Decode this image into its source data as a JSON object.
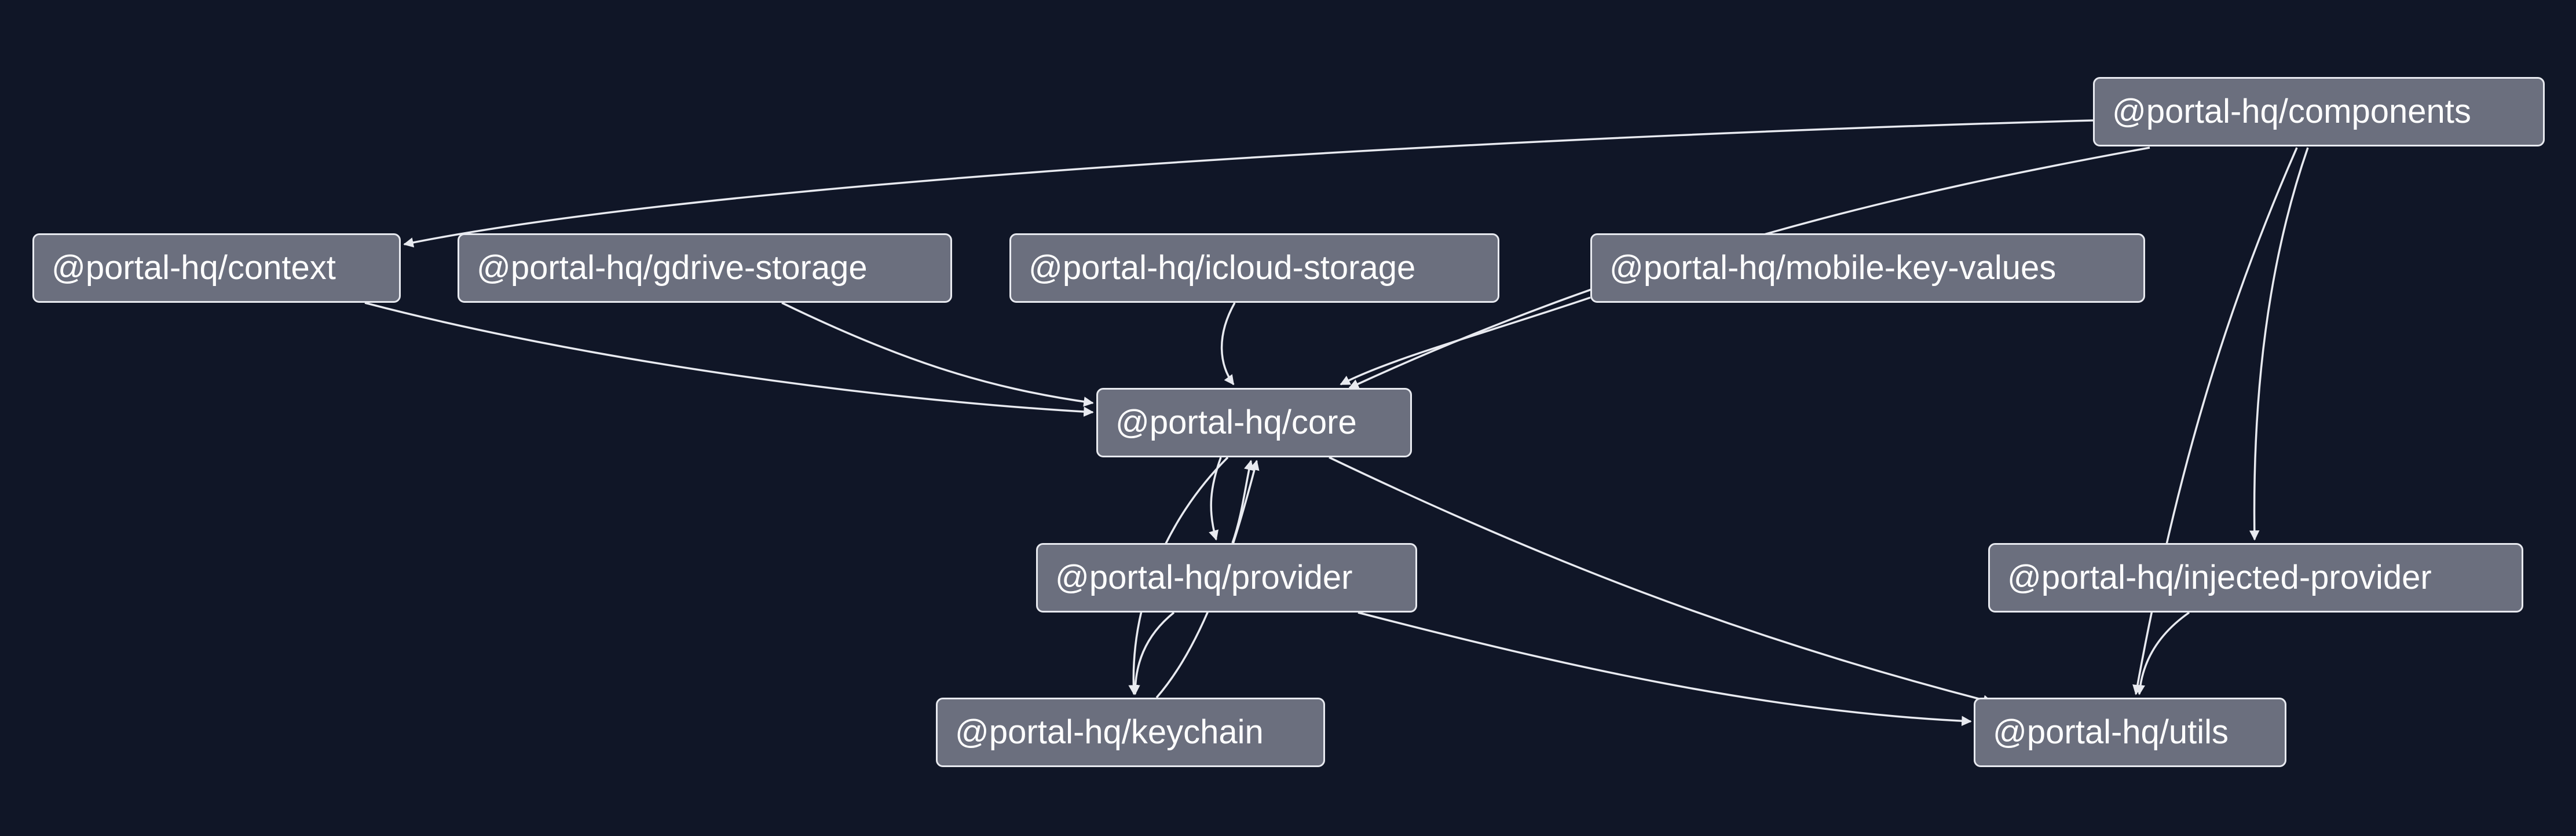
{
  "graph": {
    "nodes": {
      "components": "@portal-hq/components",
      "context": "@portal-hq/context",
      "gdrive_storage": "@portal-hq/gdrive-storage",
      "icloud_storage": "@portal-hq/icloud-storage",
      "mobile_key_values": "@portal-hq/mobile-key-values",
      "core": "@portal-hq/core",
      "provider": "@portal-hq/provider",
      "injected_provider": "@portal-hq/injected-provider",
      "keychain": "@portal-hq/keychain",
      "utils": "@portal-hq/utils"
    },
    "edges": [
      {
        "from": "components",
        "to": "context"
      },
      {
        "from": "components",
        "to": "core"
      },
      {
        "from": "components",
        "to": "injected_provider"
      },
      {
        "from": "components",
        "to": "utils"
      },
      {
        "from": "context",
        "to": "core"
      },
      {
        "from": "gdrive_storage",
        "to": "core"
      },
      {
        "from": "icloud_storage",
        "to": "core"
      },
      {
        "from": "mobile_key_values",
        "to": "core"
      },
      {
        "from": "core",
        "to": "provider"
      },
      {
        "from": "core",
        "to": "keychain"
      },
      {
        "from": "core",
        "to": "utils"
      },
      {
        "from": "provider",
        "to": "core"
      },
      {
        "from": "provider",
        "to": "keychain"
      },
      {
        "from": "provider",
        "to": "utils"
      },
      {
        "from": "keychain",
        "to": "core"
      },
      {
        "from": "injected_provider",
        "to": "utils"
      }
    ]
  },
  "colors": {
    "background": "#101627",
    "node_fill": "#6b6f7e",
    "node_border": "#e8eaf0",
    "edge": "#e8eaf0",
    "text": "#ffffff"
  }
}
